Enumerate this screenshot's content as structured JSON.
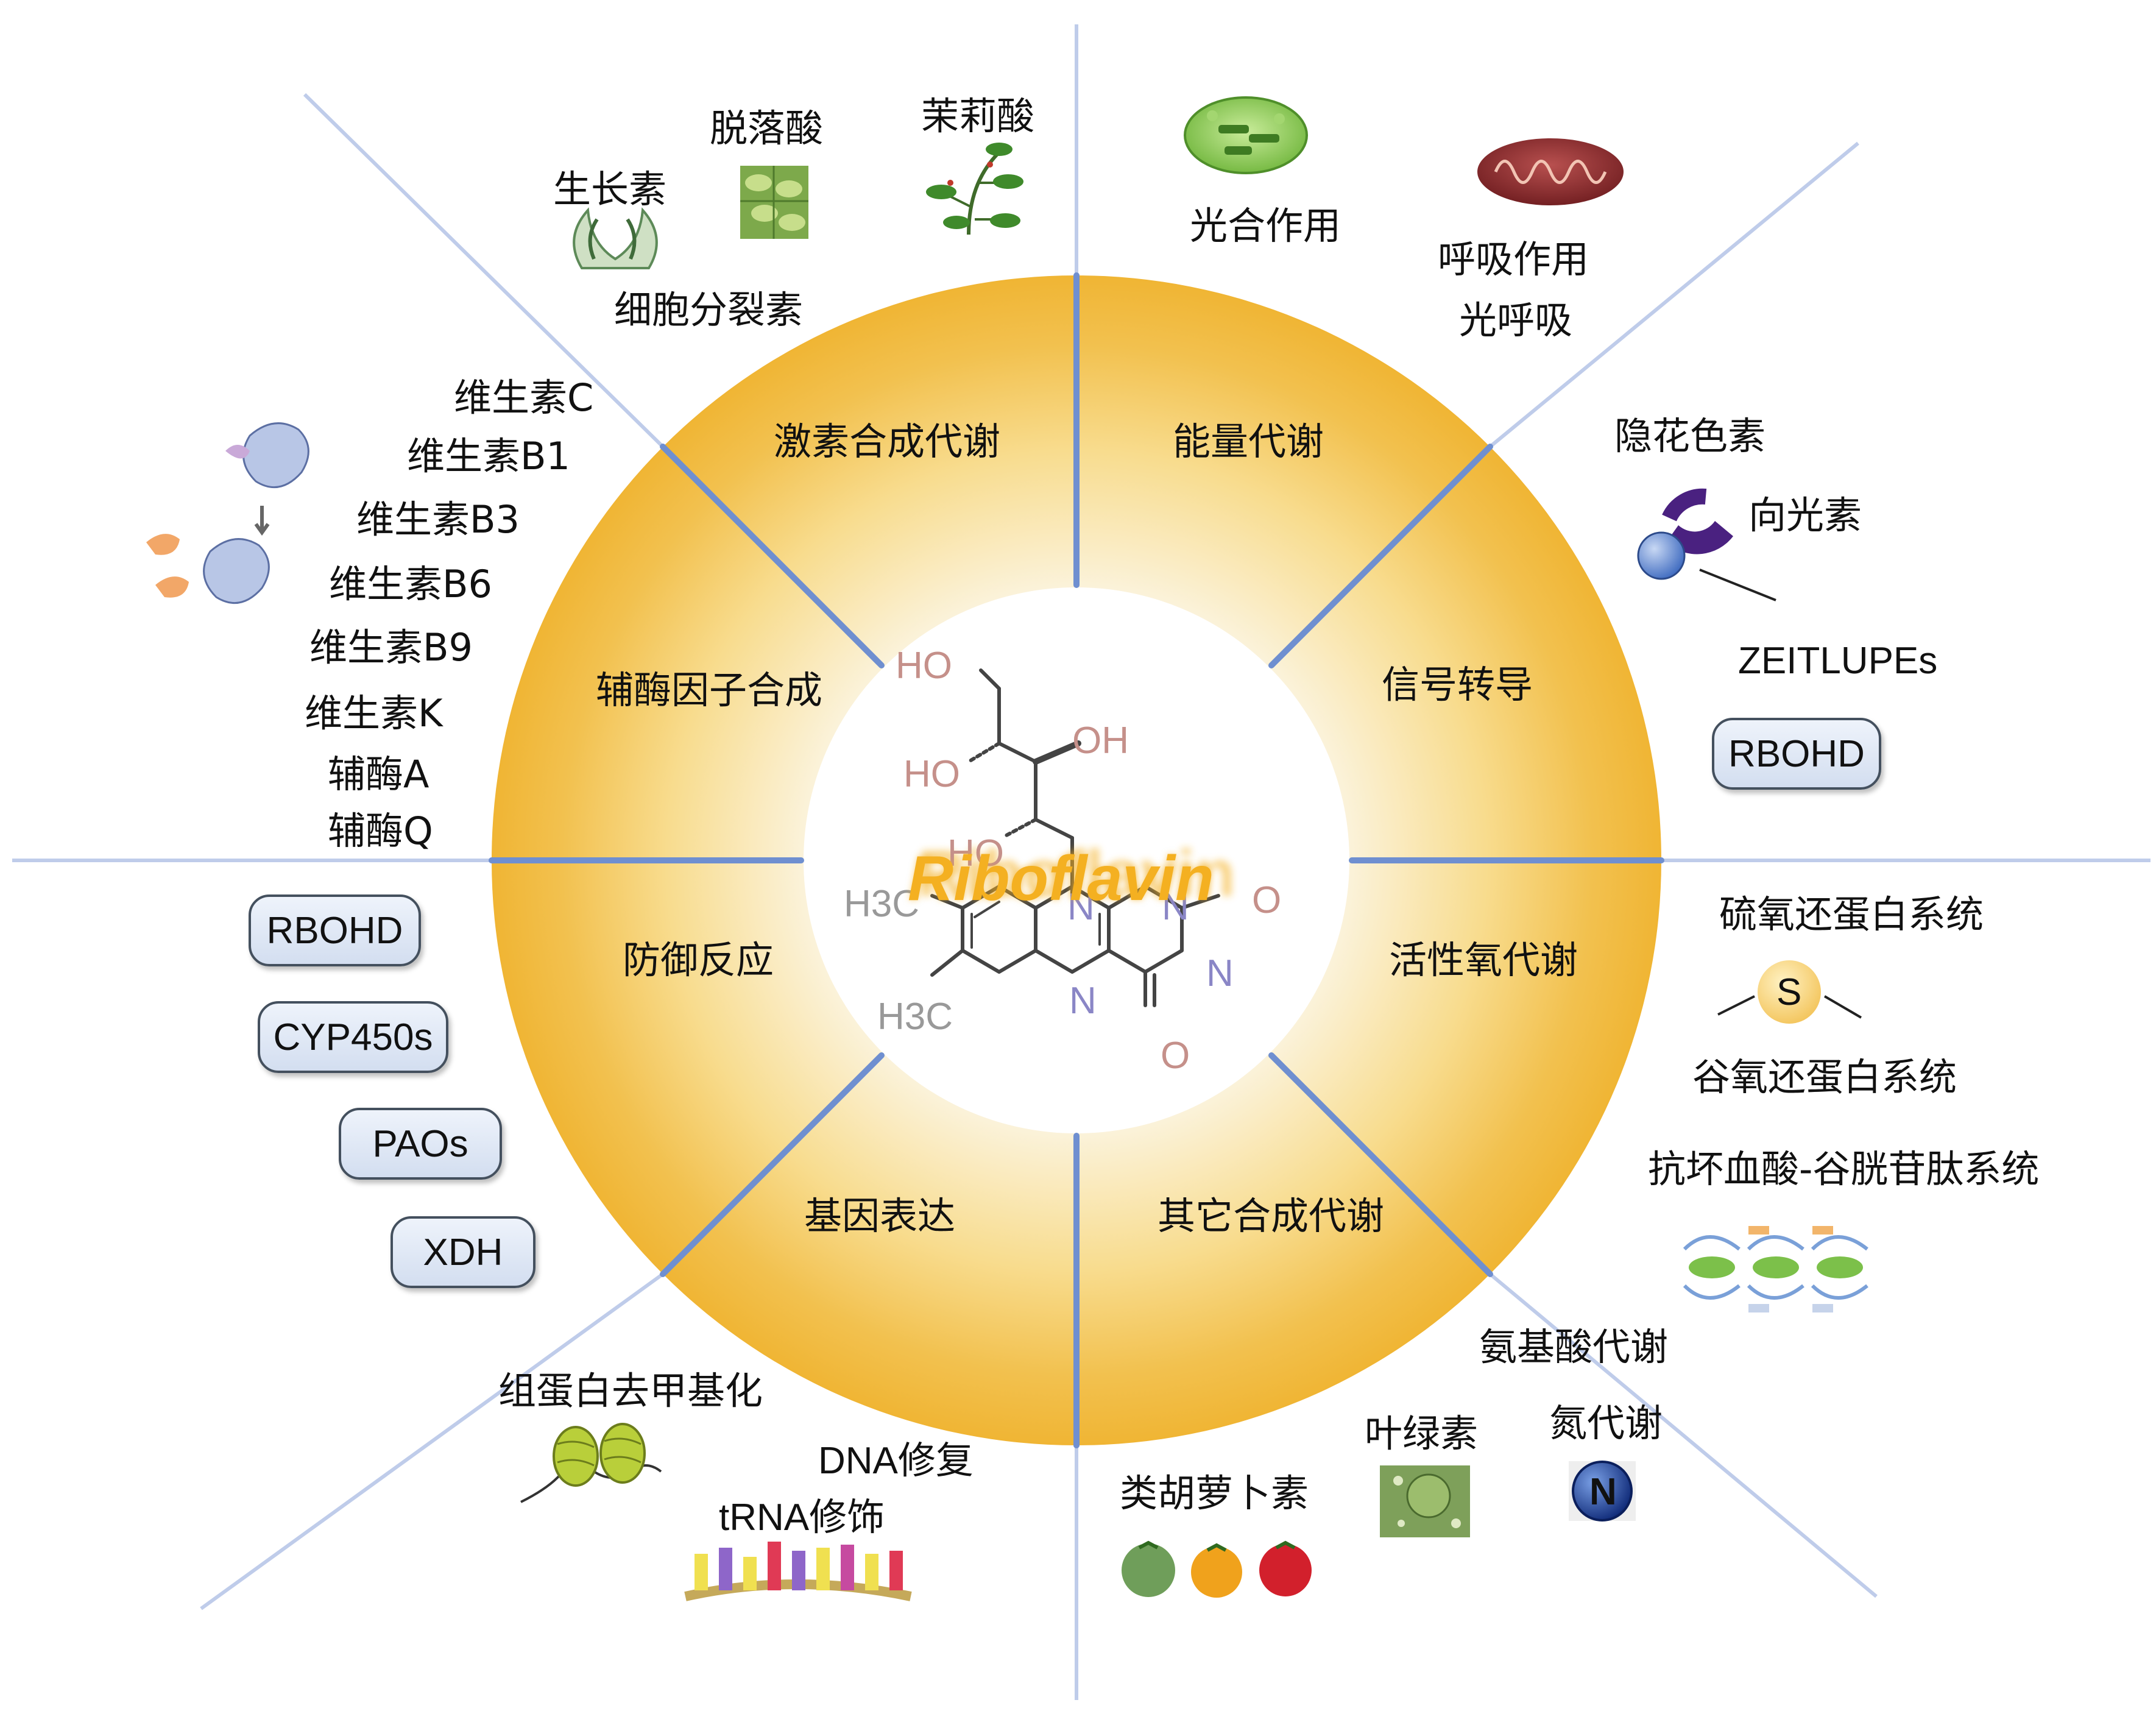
{
  "center_label": "Riboflavin",
  "molecule_atoms": {
    "ho1": "HO",
    "oh2": "OH",
    "ho3": "HO",
    "ho4": "HO",
    "h3c1": "H3C",
    "h3c2": "H3C",
    "n1": "N",
    "n2": "N",
    "n3": "N",
    "n4": "N",
    "o1": "O",
    "o2": "O"
  },
  "sectors": {
    "hormone": "激素合成代谢",
    "energy": "能量代谢",
    "signal": "信号转导",
    "ros": "活性氧代谢",
    "other": "其它合成代谢",
    "gene": "基因表达",
    "defense": "防御反应",
    "cofactor": "辅酶因子合成"
  },
  "hormone_items": {
    "auxin": "生长素",
    "aba": "脱落酸",
    "ja": "茉莉酸",
    "cytokinin": "细胞分裂素"
  },
  "energy_items": {
    "photosynthesis": "光合作用",
    "respiration": "呼吸作用",
    "photorespiration": "光呼吸"
  },
  "signal_items": {
    "cryptochrome": "隐花色素",
    "phototropin": "向光素",
    "zeitlupe": "ZEITLUPEs",
    "rbohd": "RBOHD"
  },
  "ros_items": {
    "thioredoxin": "硫氧还蛋白系统",
    "s_badge": "S",
    "glutaredoxin": "谷氧还蛋白系统",
    "ascorbate": "抗坏血酸-谷胱苷肽系统"
  },
  "other_items": {
    "amino_acid": "氨基酸代谢",
    "chlorophyll": "叶绿素",
    "nitrogen": "氮代谢",
    "n_badge": "N",
    "carotenoid": "类胡萝卜素"
  },
  "gene_items": {
    "histone": "组蛋白去甲基化",
    "dna_repair": "DNA修复",
    "trna": "tRNA修饰"
  },
  "defense_items": [
    "RBOHD",
    "CYP450s",
    "PAOs",
    "XDH"
  ],
  "cofactor_items": [
    "维生素C",
    "维生素B1",
    "维生素B3",
    "维生素B6",
    "维生素B9",
    "维生素K",
    "辅酶A",
    "辅酶Q"
  ],
  "colors": {
    "ring_light": "#fbf1d5",
    "ring_dark": "#f0bb3e",
    "divider": "#6f8fd0",
    "center_label": "#f4b021",
    "molecule_bond": "#444444"
  }
}
